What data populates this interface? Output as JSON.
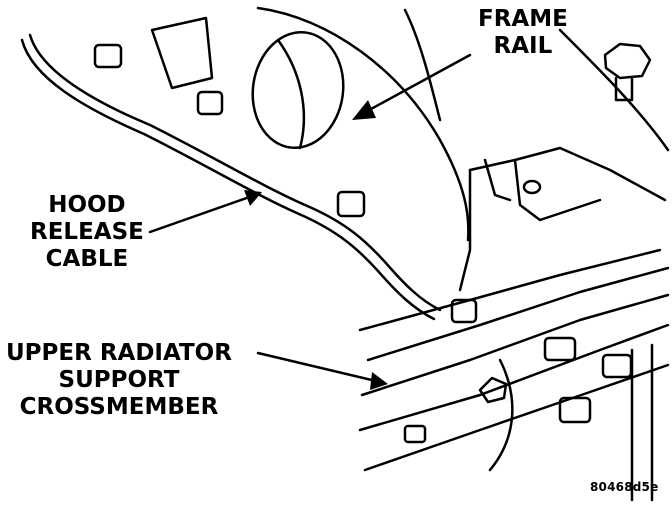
{
  "callouts": {
    "frame_rail": [
      "FRAME",
      "RAIL"
    ],
    "hood_release_cable": [
      "HOOD",
      "RELEASE",
      "CABLE"
    ],
    "upper_radiator_support": [
      "UPPER RADIATOR",
      "SUPPORT",
      "CROSSMEMBER"
    ]
  },
  "figure_id": "80468d5e"
}
